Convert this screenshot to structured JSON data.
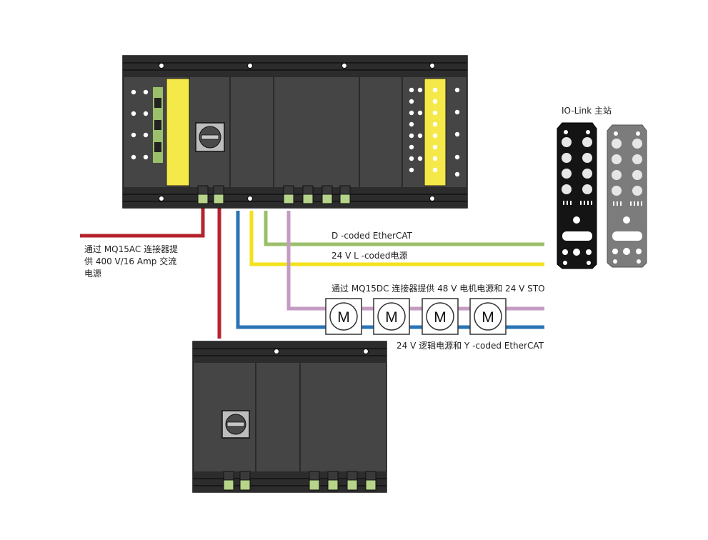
{
  "labels": {
    "iolink_master": "IO-Link 主站",
    "ac_power_line1": "通过 MQ15AC 连接器提",
    "ac_power_line2": "供 400 V/16 Amp 交流",
    "ac_power_line3": "电源",
    "d_coded": "D -coded  EtherCAT",
    "l_coded": "24 V L -coded电源",
    "dc_power": "通过 MQ15DC 连接器提供 48 V 电机电源和 24 V STO",
    "y_coded": "24 V 逻辑电源和 Y -coded  EtherCAT"
  },
  "motors": {
    "symbol": "M",
    "count": 4
  },
  "colors": {
    "ac_power": "#b5232e",
    "ethercat_d": "#9bbf6a",
    "power_l": "#f2e21c",
    "motor_power": "#c49bc3",
    "logic_y": "#2a74b5",
    "module_body": "#454545",
    "rail": "#2a2a2a",
    "accent_yellow": "#f5e94a",
    "connector_green": "#b6d48a"
  }
}
